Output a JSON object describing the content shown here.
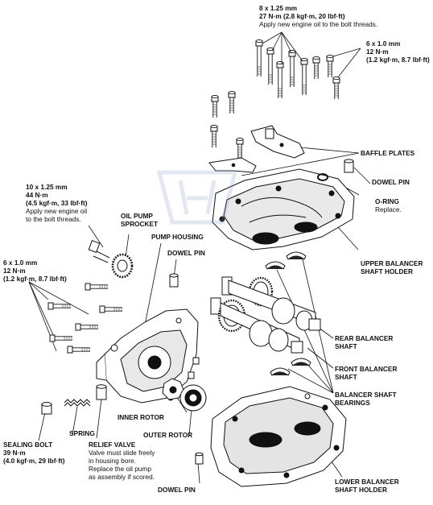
{
  "labels": {
    "top_bolt_spec": {
      "size": "8 x 1.25 mm",
      "torque": "27 N·m (2.8 kgf·m, 20 lbf·ft)",
      "note": "Apply new engine oil to the bolt threads."
    },
    "right_bolt_spec": {
      "size": "6 x 1.0 mm",
      "torque": "12 N·m",
      "torque_alt": "(1.2 kgf·m, 8.7 lbf·ft)"
    },
    "baffle_plates": "BAFFLE PLATES",
    "dowel_pin_top": "DOWEL PIN",
    "o_ring": "O-RING",
    "o_ring_note": "Replace.",
    "left_bolt_spec": {
      "size": "10 x 1.25 mm",
      "torque": "44 N·m",
      "torque_alt": "(4.5 kgf·m, 33 lbf·ft)",
      "note1": "Apply new engine oil",
      "note2": "to the bolt threads."
    },
    "oil_pump_sprocket_1": "OIL PUMP",
    "oil_pump_sprocket_2": "SPROCKET",
    "pump_housing": "PUMP HOUSING",
    "dowel_pin_mid": "DOWEL PIN",
    "upper_holder_1": "UPPER BALANCER",
    "upper_holder_2": "SHAFT HOLDER",
    "pump_bolt_spec": {
      "size": "6 x 1.0 mm",
      "torque": "12 N·m",
      "torque_alt": "(1.2 kgf·m, 8.7 lbf·ft)"
    },
    "rear_shaft_1": "REAR BALANCER",
    "rear_shaft_2": "SHAFT",
    "front_shaft_1": "FRONT BALANCER",
    "front_shaft_2": "SHAFT",
    "bearings_1": "BALANCER SHAFT",
    "bearings_2": "BEARINGS",
    "inner_rotor": "INNER ROTOR",
    "spring": "SPRING",
    "outer_rotor": "OUTER ROTOR",
    "sealing_bolt": {
      "name": "SEALING BOLT",
      "torque": "39 N·m",
      "torque_alt": "(4.0 kgf·m, 29 lbf·ft)"
    },
    "relief_valve": {
      "name": "RELIEF VALVE",
      "note1": "Valve must slide freely",
      "note2": "in housing bore.",
      "note3": "Replace the oil pump",
      "note4": "as assembly if scored."
    },
    "dowel_pin_bottom": "DOWEL PIN",
    "lower_holder_1": "LOWER BALANCER",
    "lower_holder_2": "SHAFT HOLDER"
  },
  "colors": {
    "ink": "#111111",
    "watermark": "#7f95c2"
  }
}
